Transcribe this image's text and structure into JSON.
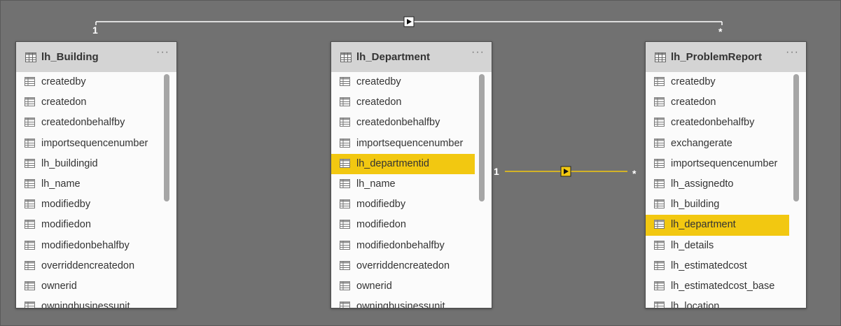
{
  "relationships": [
    {
      "from_card": "1",
      "to_card": "*",
      "color": "#ffffff"
    },
    {
      "from_card": "1",
      "to_card": "*",
      "color": "#f2c811"
    }
  ],
  "tables": [
    {
      "name": "lh_Building",
      "more": "···",
      "fields": [
        "createdby",
        "createdon",
        "createdonbehalfby",
        "importsequencenumber",
        "lh_buildingid",
        "lh_name",
        "modifiedby",
        "modifiedon",
        "modifiedonbehalfby",
        "overriddencreatedon",
        "ownerid",
        "owningbusinessunit"
      ],
      "highlighted_field": null
    },
    {
      "name": "lh_Department",
      "more": "···",
      "fields": [
        "createdby",
        "createdon",
        "createdonbehalfby",
        "importsequencenumber",
        "lh_departmentid",
        "lh_name",
        "modifiedby",
        "modifiedon",
        "modifiedonbehalfby",
        "overriddencreatedon",
        "ownerid",
        "owningbusinessunit"
      ],
      "highlighted_field": "lh_departmentid"
    },
    {
      "name": "lh_ProblemReport",
      "more": "···",
      "fields": [
        "createdby",
        "createdon",
        "createdonbehalfby",
        "exchangerate",
        "importsequencenumber",
        "lh_assignedto",
        "lh_building",
        "lh_department",
        "lh_details",
        "lh_estimatedcost",
        "lh_estimatedcost_base",
        "lh_location"
      ],
      "highlighted_field": "lh_department"
    }
  ],
  "icons": {
    "table": "table-icon",
    "column": "column-icon",
    "more": "more-options-icon",
    "arrow": "direction-arrow-icon"
  },
  "colors": {
    "canvas": "#717171",
    "header": "#d4d4d4",
    "highlight": "#f2c811"
  }
}
